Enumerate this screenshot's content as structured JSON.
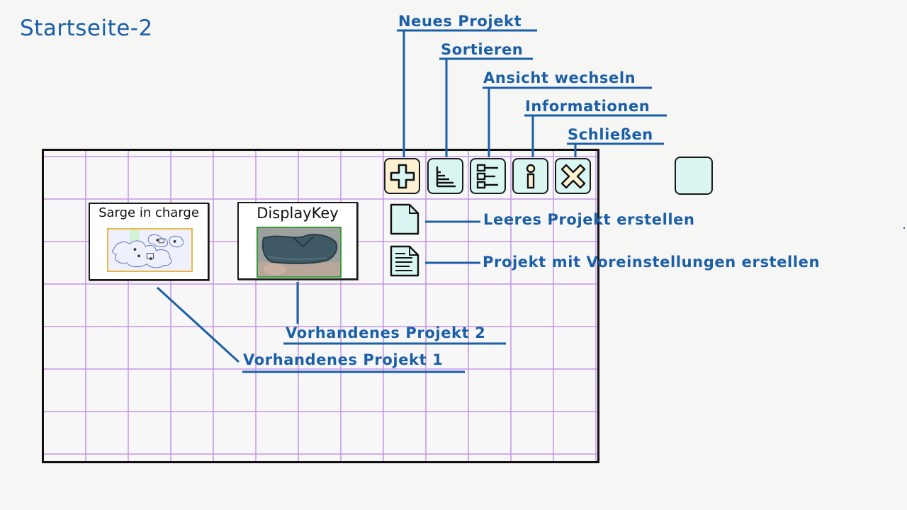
{
  "page_title": "Startseite-2",
  "toolbar": {
    "new_project": "Neues Projekt",
    "sort": "Sortieren",
    "switch_view": "Ansicht wechseln",
    "info": "Informationen",
    "close": "Schließen"
  },
  "new_menu": {
    "empty_project": "Leeres Projekt erstellen",
    "preset_project": "Projekt mit Voreinstellungen erstellen"
  },
  "projects": [
    {
      "name": "Sarge in charge",
      "annotation": "Vorhandenes Projekt 1"
    },
    {
      "name": "DisplayKey",
      "annotation": "Vorhandenes Projekt 2"
    }
  ],
  "colors": {
    "annotation": "#1b5fa6",
    "button_fill": "#d9f6f3",
    "button_active_fill": "#fdf1d2",
    "grid": "#c496e4"
  },
  "icons": [
    "plus-icon",
    "sort-icon",
    "view-icon",
    "info-icon",
    "close-icon",
    "blank-document-icon",
    "preset-document-icon"
  ]
}
